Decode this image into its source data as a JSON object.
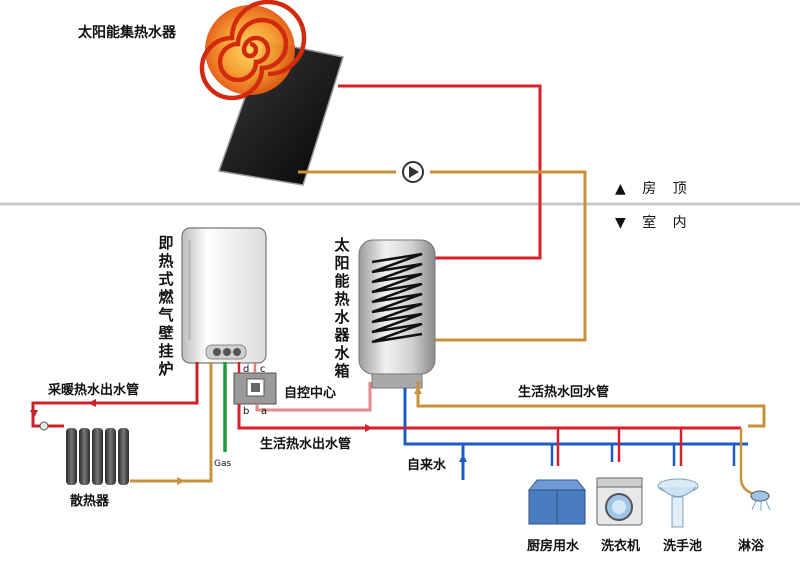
{
  "labels": {
    "solar_collector": "太阳能集热水器",
    "roof": "▲  房  顶",
    "indoor": "▼  室  内",
    "gas_boiler": "即热式燃气壁挂炉",
    "solar_tank": "太阳能热水器水箱",
    "controller": "自控中心",
    "heating_supply": "采暖热水出水管",
    "hot_water_supply": "生活热水出水管",
    "hot_water_return": "生活热水回水管",
    "tap_water": "自来水",
    "radiator": "散热器",
    "gas": "Gas",
    "ctrl_a": "a",
    "ctrl_b": "b",
    "ctrl_c": "c",
    "ctrl_d": "d"
  },
  "fixtures": [
    "厨房用水",
    "洗衣机",
    "洗手池",
    "淋浴"
  ],
  "colors": {
    "hot": "#d9202a",
    "return": "#c8913a",
    "cold": "#1e5bc6",
    "gas": "#1f9a3c",
    "heating_hot": "#c9202a"
  }
}
